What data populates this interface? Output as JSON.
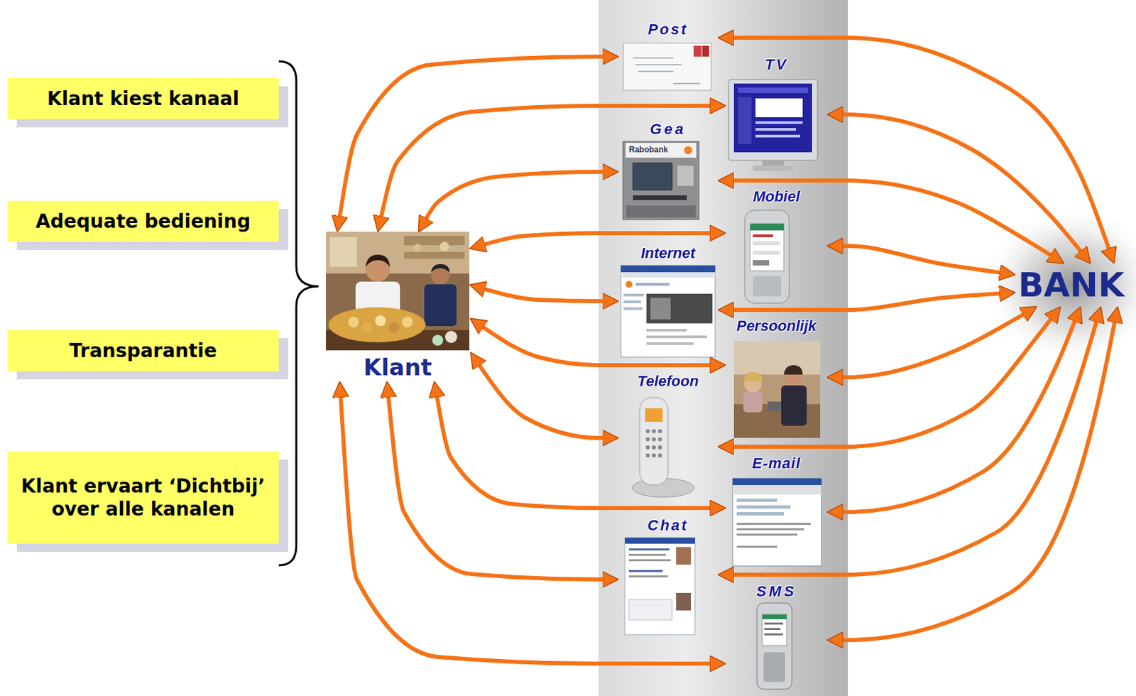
{
  "diagram": {
    "nodes": [
      {
        "text": [
          "Klant kiest kanaal"
        ]
      },
      {
        "text": [
          "Adequate bediening"
        ]
      },
      {
        "text": [
          "Transparantie"
        ]
      },
      {
        "text": [
          "Klant ervaart ‘Dichtbij’ over alle kanalen"
        ]
      },
      {
        "text": [
          "Klant"
        ]
      },
      {
        "text": [
          "Post"
        ]
      },
      {
        "text": [
          "TV"
        ]
      },
      {
        "text": [
          "Gea"
        ]
      },
      {
        "text": [
          "Mobiel"
        ]
      },
      {
        "text": [
          "Internet"
        ]
      },
      {
        "text": [
          "Persoonlijk"
        ]
      },
      {
        "text": [
          "Telefoon"
        ]
      },
      {
        "text": [
          "E-mail"
        ]
      },
      {
        "text": [
          "Chat"
        ]
      },
      {
        "text": [
          "SMS"
        ]
      },
      {
        "text": [
          "BANK"
        ]
      }
    ],
    "edges": [
      {
        "from": 4,
        "to": 5,
        "arrow": "both"
      },
      {
        "from": 4,
        "to": 6,
        "arrow": "both"
      },
      {
        "from": 4,
        "to": 7,
        "arrow": "both"
      },
      {
        "from": 4,
        "to": 8,
        "arrow": "both"
      },
      {
        "from": 4,
        "to": 9,
        "arrow": "both"
      },
      {
        "from": 4,
        "to": 10,
        "arrow": "both"
      },
      {
        "from": 4,
        "to": 11,
        "arrow": "both"
      },
      {
        "from": 4,
        "to": 12,
        "arrow": "both"
      },
      {
        "from": 4,
        "to": 13,
        "arrow": "both"
      },
      {
        "from": 4,
        "to": 14,
        "arrow": "both"
      },
      {
        "from": 5,
        "to": 15,
        "arrow": "both"
      },
      {
        "from": 6,
        "to": 15,
        "arrow": "both"
      },
      {
        "from": 7,
        "to": 15,
        "arrow": "both"
      },
      {
        "from": 8,
        "to": 15,
        "arrow": "both"
      },
      {
        "from": 9,
        "to": 15,
        "arrow": "both"
      },
      {
        "from": 10,
        "to": 15,
        "arrow": "both"
      },
      {
        "from": 11,
        "to": 15,
        "arrow": "both"
      },
      {
        "from": 12,
        "to": 15,
        "arrow": "both"
      },
      {
        "from": 13,
        "to": 15,
        "arrow": "both"
      },
      {
        "from": 14,
        "to": 15,
        "arrow": "both"
      }
    ],
    "labels": [
      "Rabobank"
    ]
  }
}
